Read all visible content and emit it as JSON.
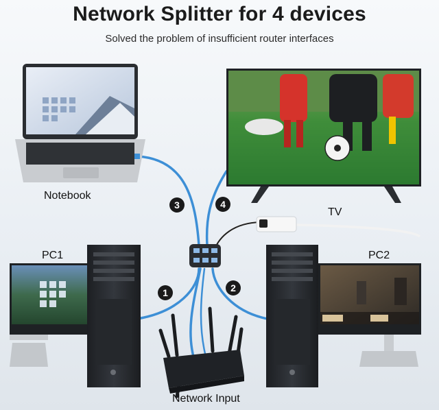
{
  "header": {
    "title": "Network Splitter for 4 devices",
    "subtitle": "Solved the problem of insufficient router interfaces"
  },
  "devices": {
    "notebook": "Notebook",
    "tv": "TV",
    "pc1": "PC1",
    "pc2": "PC2",
    "router": "Network Input"
  },
  "ports": [
    "1",
    "2",
    "3",
    "4"
  ],
  "colors": {
    "cable": "#3d8fd6",
    "badge": "#1a1a1a",
    "tower": "#2b2e33",
    "grass": "#2f8a35",
    "sky": "#4b7fb8"
  }
}
